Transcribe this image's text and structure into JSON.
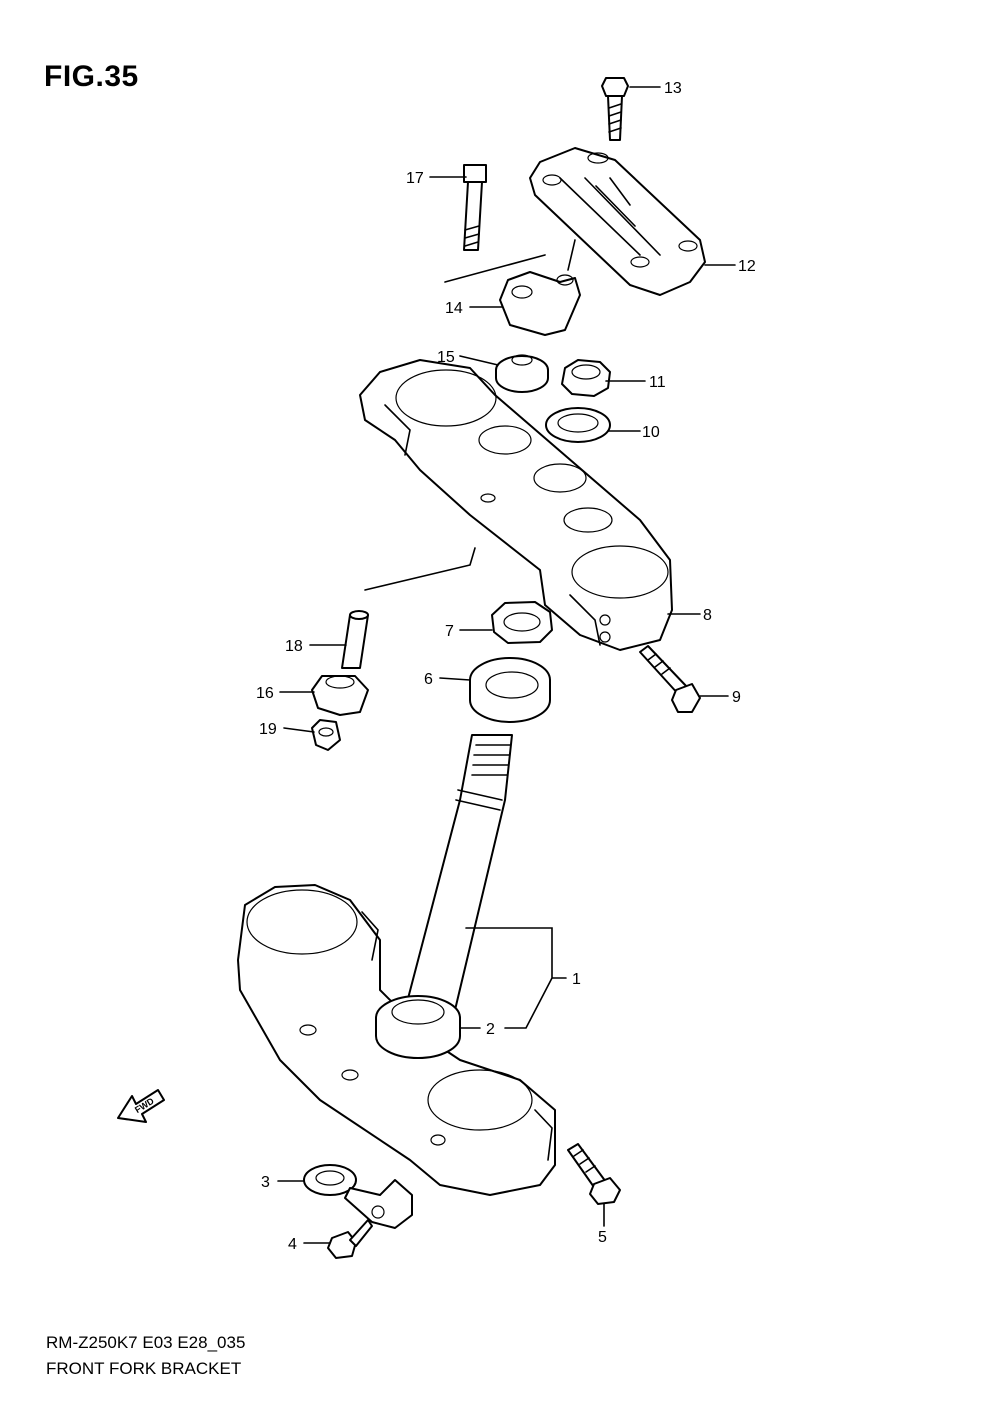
{
  "figure": {
    "title": "FIG.35",
    "model_code": "RM-Z250K7 E03 E28_035",
    "section_name": "FRONT FORK BRACKET"
  },
  "fwd_label": "FWD",
  "callouts": [
    {
      "id": "1",
      "label": "1"
    },
    {
      "id": "2",
      "label": "2"
    },
    {
      "id": "3",
      "label": "3"
    },
    {
      "id": "4",
      "label": "4"
    },
    {
      "id": "5",
      "label": "5"
    },
    {
      "id": "6",
      "label": "6"
    },
    {
      "id": "7",
      "label": "7"
    },
    {
      "id": "8",
      "label": "8"
    },
    {
      "id": "9",
      "label": "9"
    },
    {
      "id": "10",
      "label": "10"
    },
    {
      "id": "11",
      "label": "11"
    },
    {
      "id": "12",
      "label": "12"
    },
    {
      "id": "13",
      "label": "13"
    },
    {
      "id": "14",
      "label": "14"
    },
    {
      "id": "15",
      "label": "15"
    },
    {
      "id": "16",
      "label": "16"
    },
    {
      "id": "17",
      "label": "17"
    },
    {
      "id": "18",
      "label": "18"
    },
    {
      "id": "19",
      "label": "19"
    }
  ]
}
